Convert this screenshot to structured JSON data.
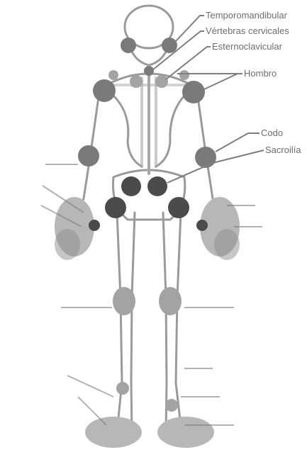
{
  "labels": {
    "temporomandibular": "Temporomandibular",
    "vertebras_cervicales": "Vértebras cervicales",
    "esternoclavicular": "Esternoclavicular",
    "hombro": "Hombro",
    "codo": "Codo",
    "sacroilia": "Sacroilía"
  }
}
